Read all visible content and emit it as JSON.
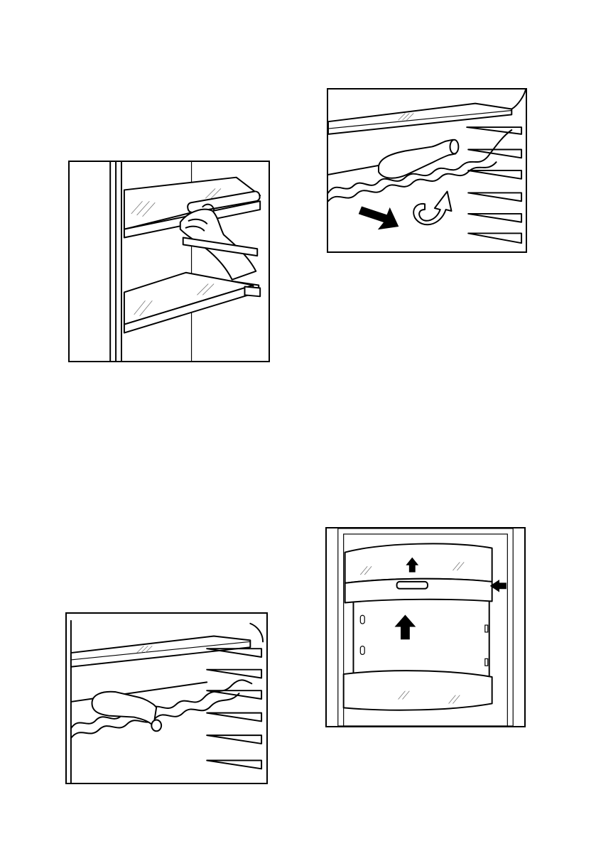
{
  "page": {
    "figures": [
      {
        "id": "fig-1",
        "subject": "shelf-removal-illustration"
      },
      {
        "id": "fig-2",
        "subject": "bottle-rack-removal-illustration"
      },
      {
        "id": "fig-3",
        "subject": "bottle-rack-installed-illustration"
      },
      {
        "id": "fig-4",
        "subject": "drawer-removal-illustration"
      }
    ]
  }
}
